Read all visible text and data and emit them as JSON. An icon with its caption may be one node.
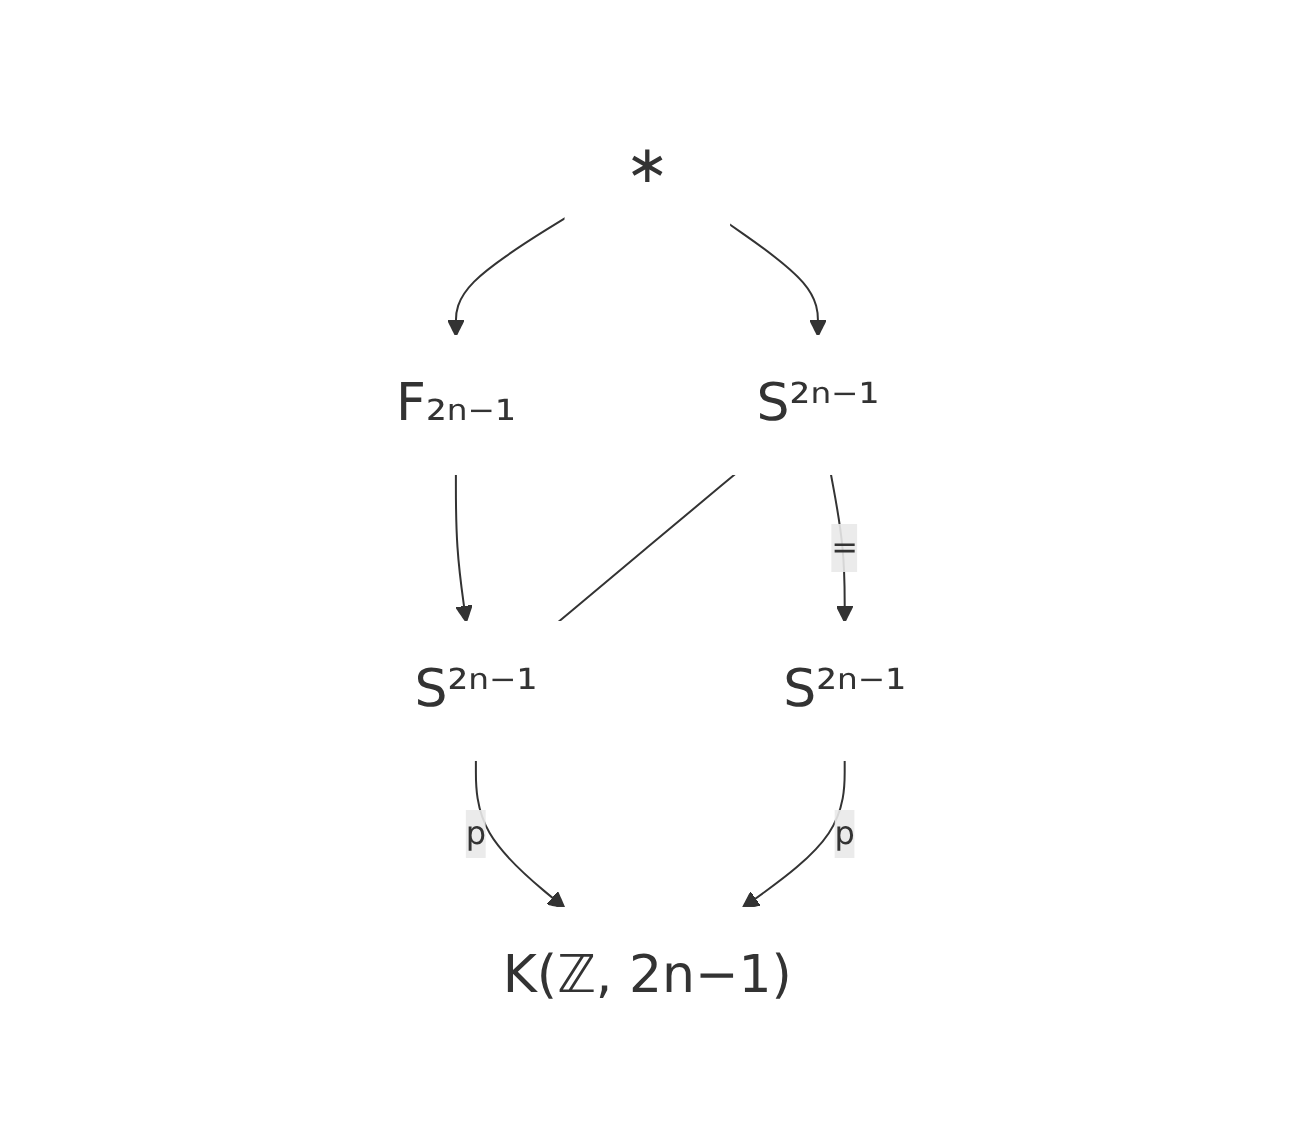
{
  "diagram": {
    "nodes": [
      {
        "text": [
          "∗"
        ]
      },
      {
        "text": [
          "F₂ₙ₋₁"
        ]
      },
      {
        "text": [
          "S²ⁿ⁻¹"
        ]
      },
      {
        "text": [
          "S²ⁿ⁻¹"
        ]
      },
      {
        "text": [
          "S²ⁿ⁻¹"
        ]
      },
      {
        "text": [
          "K(ℤ, 2n−1)"
        ]
      }
    ],
    "edges": [
      {
        "from": 0,
        "to": 1,
        "arrow": "to"
      },
      {
        "from": 0,
        "to": 2,
        "arrow": "to"
      },
      {
        "from": 1,
        "to": 3,
        "arrow": "to"
      },
      {
        "from": 2,
        "to": 3,
        "arrow": "none"
      },
      {
        "from": 2,
        "to": 4,
        "arrow": "to",
        "label": "="
      },
      {
        "from": 3,
        "to": 5,
        "arrow": "to",
        "label": "p"
      },
      {
        "from": 4,
        "to": 5,
        "arrow": "to",
        "label": "p"
      }
    ]
  }
}
